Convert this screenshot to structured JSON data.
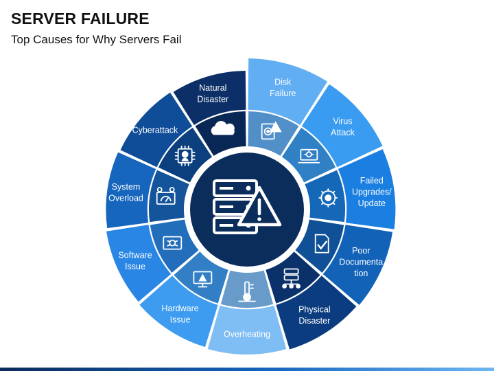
{
  "header": {
    "title": "SERVER FAILURE",
    "subtitle": "Top Causes for Why Servers Fail"
  },
  "colors": {
    "ring_dark": "#0d3161",
    "inner_ring": "#2e7dd8",
    "hub": "#0b2d5c",
    "hub_border": "#ffffff",
    "icon_color": "#ffffff"
  },
  "segments": [
    {
      "id": "disk-failure",
      "lines": [
        "Disk",
        "Failure"
      ],
      "color": "#62aef3",
      "icon": "hard-drive-warning-icon"
    },
    {
      "id": "virus-attack",
      "lines": [
        "Virus",
        "Attack"
      ],
      "color": "#3a9cf0",
      "icon": "laptop-virus-icon"
    },
    {
      "id": "failed-upgrades",
      "lines": [
        "Failed",
        "Upgrades/",
        "Update"
      ],
      "color": "#1a7fe0",
      "icon": "update-gear-icon"
    },
    {
      "id": "poor-documentation",
      "lines": [
        "Poor",
        "Documenta",
        "tion"
      ],
      "color": "#1262b8",
      "icon": "document-check-icon"
    },
    {
      "id": "physical-disaster",
      "lines": [
        "Physical",
        "Disaster"
      ],
      "color": "#0c3c80",
      "icon": "server-network-icon"
    },
    {
      "id": "overheating",
      "lines": [
        "Overheating"
      ],
      "color": "#7fbdf5",
      "icon": "thermometer-icon"
    },
    {
      "id": "hardware-issue",
      "lines": [
        "Hardware",
        "Issue"
      ],
      "color": "#3d9bf0",
      "icon": "monitor-warning-icon"
    },
    {
      "id": "software-issue",
      "lines": [
        "Software",
        "Issue"
      ],
      "color": "#2a86e4",
      "icon": "screen-bug-icon"
    },
    {
      "id": "system-overload",
      "lines": [
        "System",
        "Overload"
      ],
      "color": "#1766bd",
      "icon": "overload-gauge-icon"
    },
    {
      "id": "cyberattack",
      "lines": [
        "Cyberattack"
      ],
      "color": "#0f4d98",
      "icon": "hacker-chip-icon"
    },
    {
      "id": "natural-disaster",
      "lines": [
        "Natural",
        "Disaster"
      ],
      "color": "#0b2f66",
      "icon": "cloud-icon"
    }
  ],
  "center": {
    "icon": "server-warning-icon"
  }
}
